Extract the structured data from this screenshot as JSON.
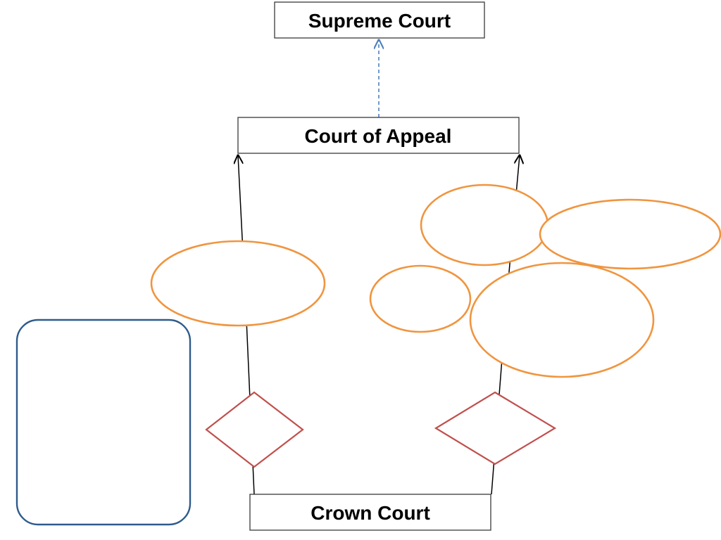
{
  "boxes": {
    "supreme_court": "Supreme Court",
    "court_of_appeal": "Court of Appeal",
    "crown_court": "Crown Court"
  },
  "colors": {
    "box_stroke": "#3a3a3a",
    "line": "#000000",
    "dashed_arrow": "#4f81bd",
    "ellipse_stroke": "#f0953f",
    "diamond_stroke": "#c0504d",
    "rounded_box_stroke": "#2f5b8c"
  }
}
